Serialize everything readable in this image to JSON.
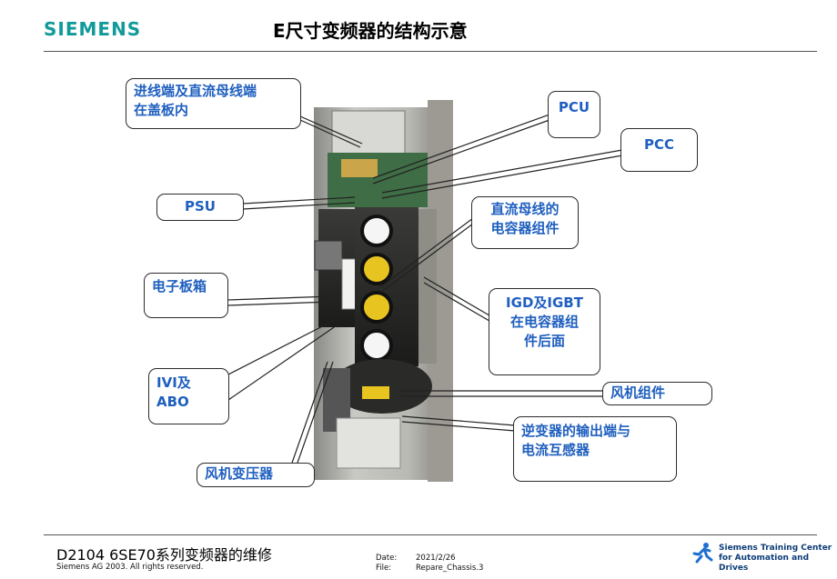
{
  "header": {
    "logo": "SIEMENS",
    "title": "E尺寸变频器的结构示意"
  },
  "labels": {
    "inlet": [
      "进线端及直流母线端",
      "在盖板内"
    ],
    "pcu": "PCU",
    "pcc": "PCC",
    "psu": "PSU",
    "capacitor": [
      "直流母线的",
      "电容器组件"
    ],
    "electronics_box": "电子板箱",
    "igd": [
      "IGD及IGBT",
      "在电容器组",
      "件后面"
    ],
    "ivi": [
      "IVI及",
      "ABO"
    ],
    "fan_assembly": "风机组件",
    "inverter_output": [
      "逆变器的输出端与",
      "电流互感器"
    ],
    "fan_transformer": "风机变压器"
  },
  "footer": {
    "course": "D2104  6SE70系列变频器的维修",
    "copyright": "Siemens AG 2003. All rights reserved.",
    "date_label": "Date:",
    "date_value": "2021/2/26",
    "file_label": "File:",
    "file_value": "Repare_Chassis.3",
    "center_line1": "Siemens Training Center",
    "center_line2": "for Automation and Drives"
  },
  "colors": {
    "brand": "#129a9a",
    "label_text": "#1f5fbf"
  }
}
